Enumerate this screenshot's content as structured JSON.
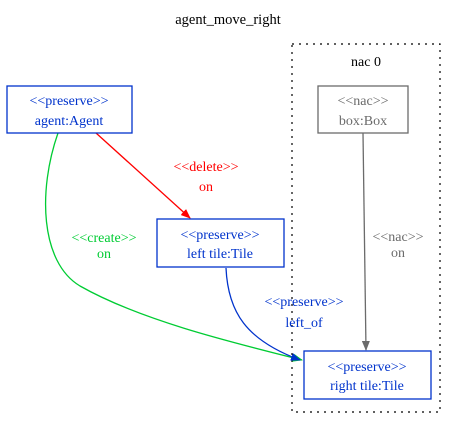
{
  "title": "agent_move_right",
  "cluster": {
    "label": "nac 0"
  },
  "nodes": {
    "agent": {
      "stereotype": "<<preserve>>",
      "name": "agent:Agent"
    },
    "left_tile": {
      "stereotype": "<<preserve>>",
      "name": "left tile:Tile"
    },
    "right_tile": {
      "stereotype": "<<preserve>>",
      "name": "right tile:Tile"
    },
    "box": {
      "stereotype": "<<nac>>",
      "name": "box:Box"
    }
  },
  "edges": {
    "delete_on": {
      "stereotype": "<<delete>>",
      "label": "on"
    },
    "create_on": {
      "stereotype": "<<create>>",
      "label": "on"
    },
    "preserve_left_of": {
      "stereotype": "<<preserve>>",
      "label": "left_of"
    },
    "nac_on": {
      "stereotype": "<<nac>>",
      "label": "on"
    }
  },
  "colors": {
    "preserve": "#0033cc",
    "delete": "#ff0000",
    "create": "#00cc33",
    "nac": "#6b6b6b",
    "text": "#000000"
  }
}
